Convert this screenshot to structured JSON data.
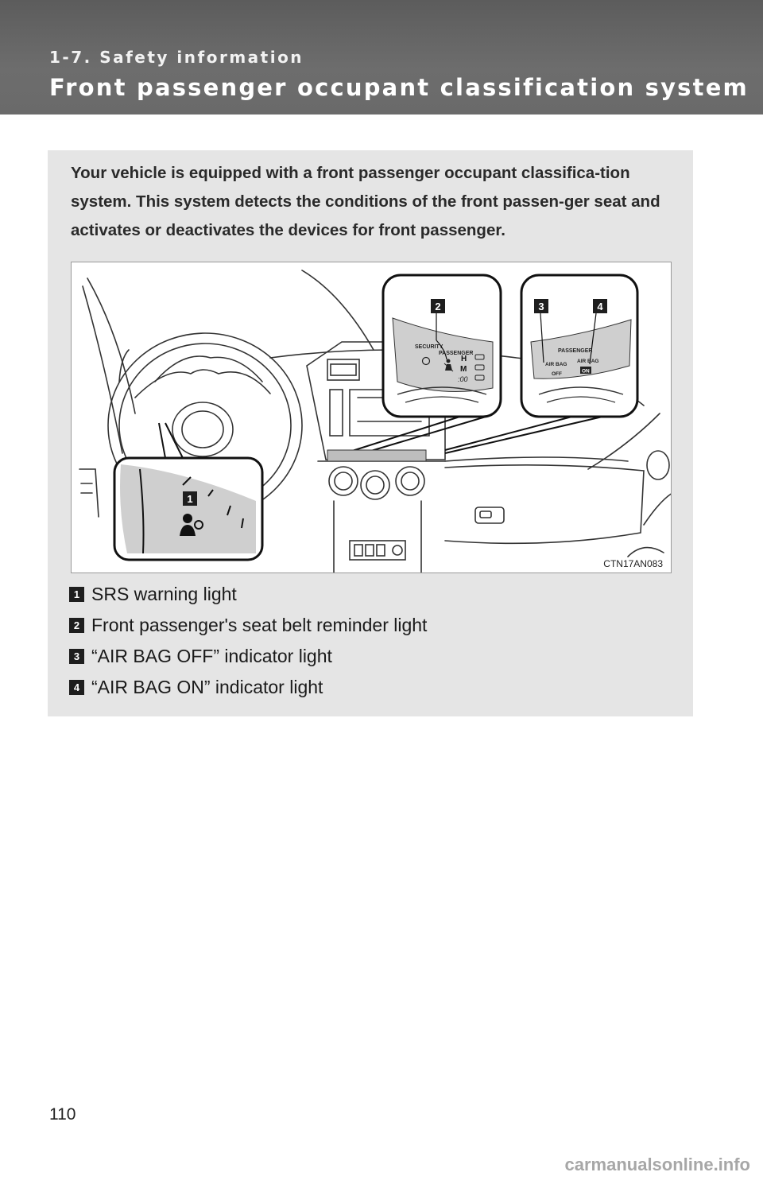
{
  "header": {
    "section_label": "1-7. Safety information",
    "title": "Front passenger occupant classification system"
  },
  "intro_text": "Your vehicle is equipped with a front passenger occupant classifica-tion system. This system detects the conditions of the front passen-ger seat and activates or deactivates the devices for front passenger.",
  "figure": {
    "code": "CTN17AN083",
    "callouts": [
      "1",
      "2",
      "3",
      "4"
    ],
    "center_panel_labels": {
      "security": "SECURITY",
      "passenger": "PASSENGER",
      "h": "H",
      "m": "M",
      "clock": ":00"
    },
    "right_panel_labels": {
      "passenger": "PASSENGER",
      "air_bag_off_line1": "AIR BAG",
      "off": "OFF",
      "air_bag_on_line1": "AIR BAG",
      "on": "ON"
    },
    "icons": [
      "srs-airbag-icon",
      "seatbelt-reminder-icon"
    ]
  },
  "legend": [
    {
      "badge": "1",
      "text": "SRS warning light"
    },
    {
      "badge": "2",
      "text": "Front passenger's seat belt reminder light"
    },
    {
      "badge": "3",
      "text": "“AIR BAG OFF” indicator light"
    },
    {
      "badge": "4",
      "text": "“AIR BAG ON” indicator light"
    }
  ],
  "page_number": "110",
  "watermark": "carmanualsonline.info"
}
